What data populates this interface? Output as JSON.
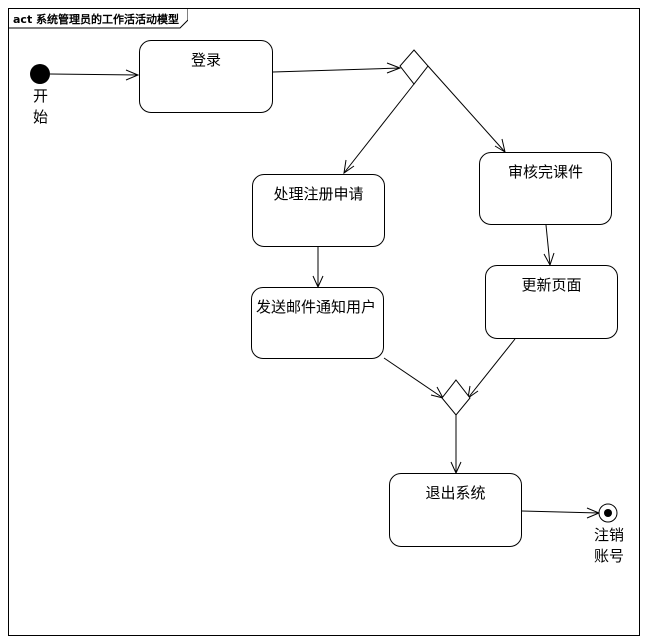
{
  "frame": {
    "title": "act 系统管理员的工作活活动模型"
  },
  "nodes": {
    "start": {
      "label_line1": "开",
      "label_line2": "始"
    },
    "login": {
      "label": "登录"
    },
    "process_registration": {
      "label": "处理注册申请"
    },
    "send_email": {
      "label": "发送邮件通知用户"
    },
    "review_courseware": {
      "label": "审核完课件"
    },
    "update_page": {
      "label": "更新页面"
    },
    "exit_system": {
      "label": "退出系统"
    },
    "end": {
      "label_line1": "注销",
      "label_line2": "账号"
    }
  }
}
